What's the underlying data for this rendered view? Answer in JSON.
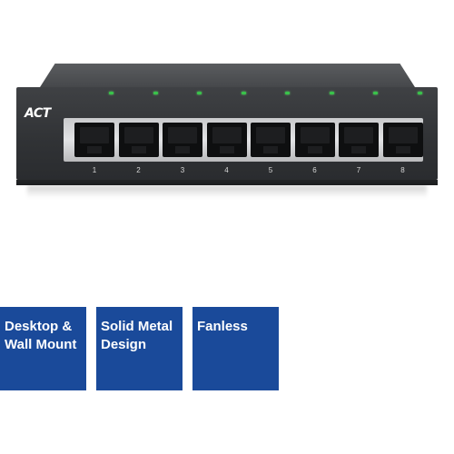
{
  "product": {
    "brand_logo": "ACT",
    "port_labels": [
      "1",
      "2",
      "3",
      "4",
      "5",
      "6",
      "7",
      "8"
    ],
    "led_color": "#39c34a",
    "body_color": "#333538"
  },
  "features": [
    {
      "label": "Desktop &\nWall Mount"
    },
    {
      "label": "Solid Metal\nDesign"
    },
    {
      "label": "Fanless"
    }
  ],
  "colors": {
    "tile_background": "#1a4a9a",
    "tile_text": "#ffffff",
    "page_background": "#ffffff"
  }
}
